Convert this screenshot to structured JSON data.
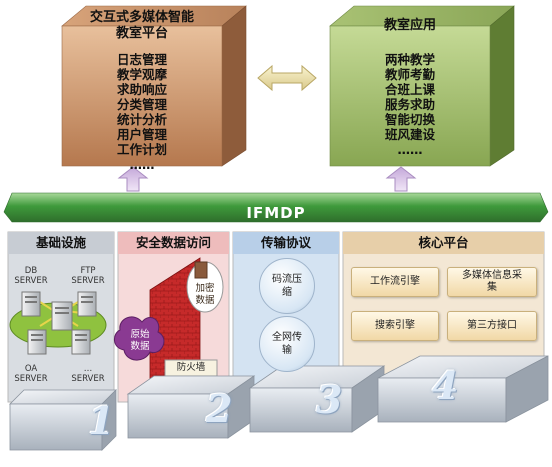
{
  "top_left_cube": {
    "title_line1": "交互式多媒体智能",
    "title_line2": "教室平台",
    "items": [
      "日志管理",
      "教学观摩",
      "求助响应",
      "分类管理",
      "统计分析",
      "用户管理",
      "工作计划",
      "……"
    ]
  },
  "top_right_cube": {
    "title": "教室应用",
    "items": [
      "两种教学",
      "教师考勤",
      "合班上课",
      "服务求助",
      "智能切换",
      "班风建设",
      "……"
    ]
  },
  "band": {
    "label": "IFMDP"
  },
  "panels": {
    "infrastructure": {
      "title": "基础设施",
      "db_line1": "DB",
      "db_line2": "SERVER",
      "ftp_line1": "FTP",
      "ftp_line2": "SERVER",
      "oa_line1": "OA",
      "oa_line2": "SERVER",
      "other_line1": "…",
      "other_line2": "SERVER"
    },
    "security": {
      "title": "安全数据访问",
      "encrypted_line1": "加密",
      "encrypted_line2": "数据",
      "raw_line1": "原始",
      "raw_line2": "数据",
      "firewall": "防火墙"
    },
    "transport": {
      "title": "传输协议",
      "stream_line1": "码流压",
      "stream_line2": "缩",
      "network_line1": "全网传",
      "network_line2": "输"
    },
    "core": {
      "title": "核心平台",
      "workflow": "工作流引擎",
      "media_line1": "多媒体信息采",
      "media_line2": "集",
      "search": "搜索引擎",
      "third_party": "第三方接口"
    }
  },
  "steps": [
    "1",
    "2",
    "3",
    "4"
  ],
  "colors": {
    "left_cube": "#b97a52",
    "right_cube": "#86a64c",
    "band": "#4a8f3a",
    "infra_bg": "#d9dde2",
    "security_bg": "#f3d4d4",
    "transport_bg": "#c9dcef",
    "core_bg": "#f0e2cc"
  }
}
